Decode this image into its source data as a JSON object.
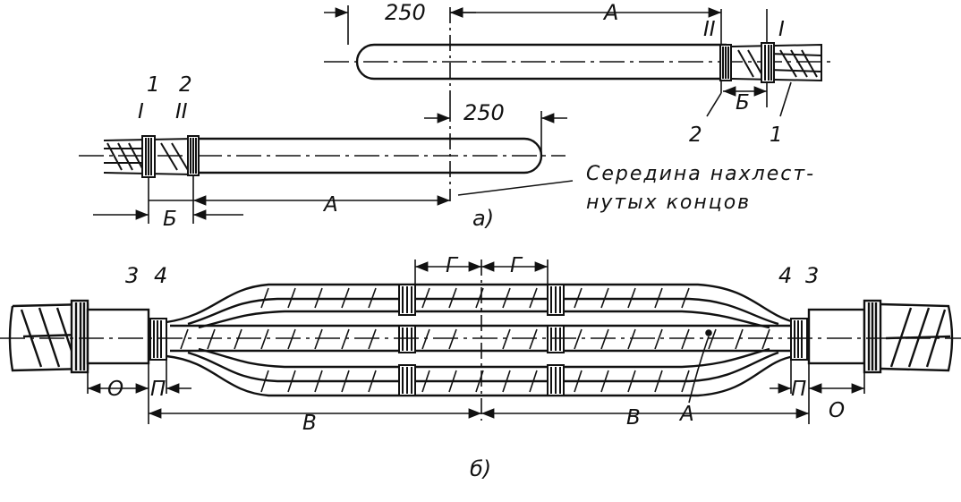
{
  "colors": {
    "ink": "#111111",
    "paper": "#ffffff"
  },
  "labels": {
    "a": {
      "dim_250_top": "250",
      "dim_a_top": "A",
      "roman_ii_top": "II",
      "roman_i_top": "I",
      "dim_b_top": "Б",
      "num_2_top": "2",
      "num_1_top": "1",
      "num_1_left": "1",
      "num_2_left": "2",
      "roman_i_left": "I",
      "roman_ii_left": "II",
      "dim_250_left": "250",
      "dim_b_left": "Б",
      "dim_a_left": "A",
      "note_line1": "Середина нахлест-",
      "note_line2": "нутых концов",
      "caption": "а)"
    },
    "b": {
      "num_3_left": "3",
      "num_4_left": "4",
      "num_4_right": "4",
      "num_3_right": "3",
      "dim_g_left": "Г",
      "dim_g_right": "Г",
      "dim_o_left": "О",
      "dim_p_left": "П",
      "dim_p_right": "П",
      "dim_o_right": "О",
      "dim_v_left": "В",
      "dim_v_right": "В",
      "dim_a": "A",
      "caption": "б)"
    }
  }
}
